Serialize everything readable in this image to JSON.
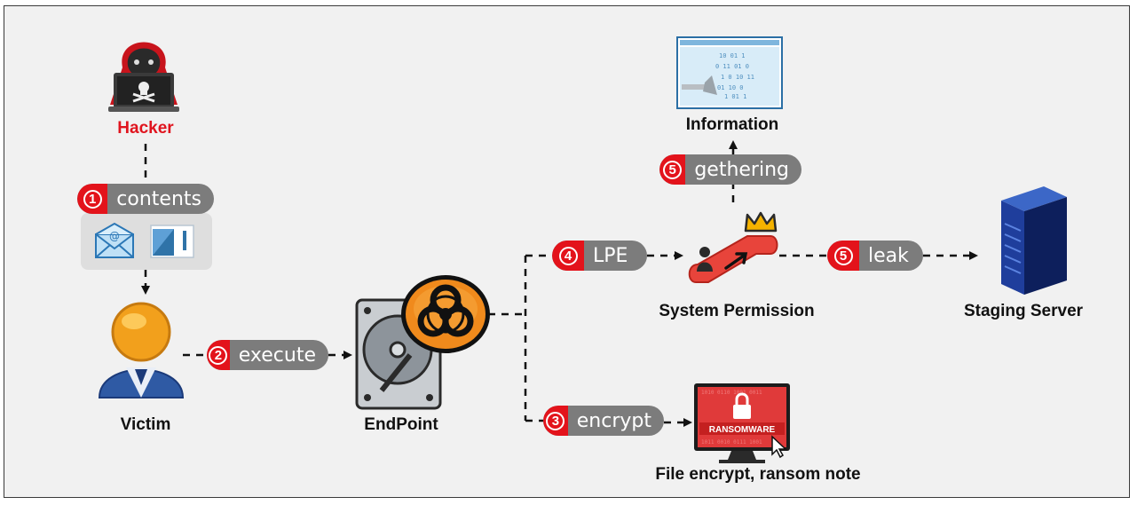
{
  "nodes": {
    "hacker": "Hacker",
    "victim": "Victim",
    "endpoint": "EndPoint",
    "system_permission": "System Permission",
    "information": "Information",
    "staging_server": "Staging Server",
    "file_encrypt": "File encrypt, ransom note"
  },
  "steps": {
    "contents": {
      "num": "1",
      "label": "contents"
    },
    "execute": {
      "num": "2",
      "label": "execute"
    },
    "encrypt": {
      "num": "3",
      "label": "encrypt"
    },
    "lpe": {
      "num": "4",
      "label": "LPE"
    },
    "gethering": {
      "num": "5",
      "label": "gethering"
    },
    "leak": {
      "num": "5",
      "label": "leak"
    }
  },
  "ransom_screen_text": "RANSOMWARE",
  "colors": {
    "step_number_bg": "#e3131b",
    "step_label_bg": "#7c7c7c",
    "hacker_red": "#e0141e",
    "frame_bg": "#f1f1f1"
  },
  "icons": [
    "hacker-icon",
    "email-icon",
    "document-icon",
    "victim-icon",
    "hard-drive-icon",
    "biohazard-icon",
    "escalator-icon",
    "crown-icon",
    "information-icon",
    "server-icon",
    "ransomware-monitor-icon"
  ]
}
